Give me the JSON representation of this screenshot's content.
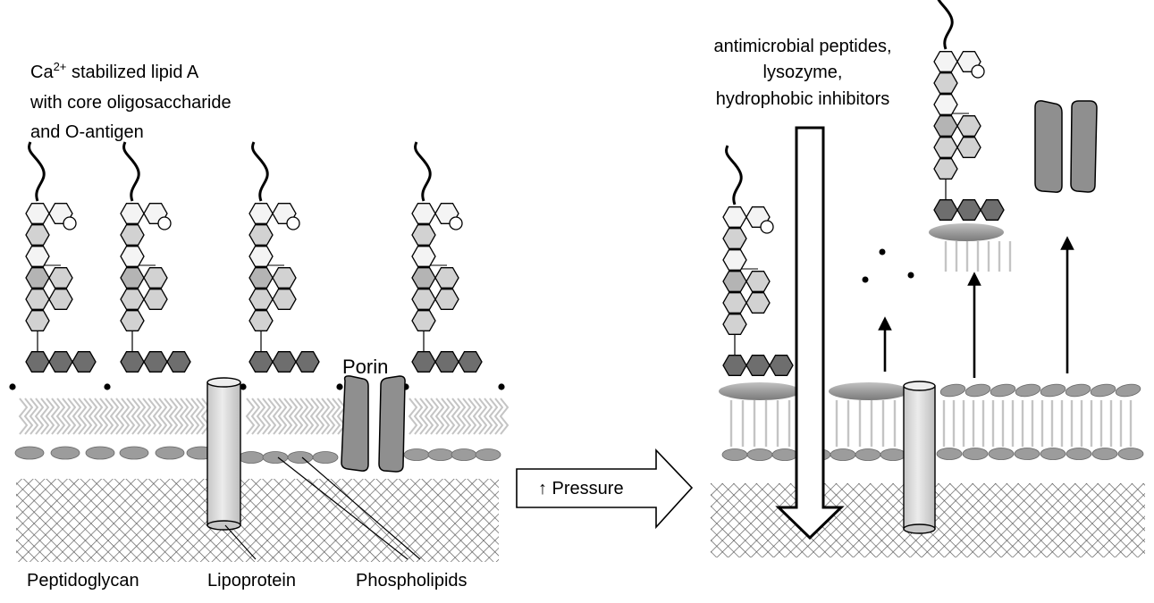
{
  "labels": {
    "lipid_a_line1_prefix": "Ca",
    "lipid_a_line1_sup": "2+",
    "lipid_a_line1_suffix": " stabilized lipid A",
    "lipid_a_line2": "with core oligosaccharide",
    "lipid_a_line3": "and O-antigen",
    "porin": "Porin",
    "peptidoglycan": "Peptidoglycan",
    "lipoprotein": "Lipoprotein",
    "phospholipids": "Phospholipids",
    "pressure": "↑ Pressure",
    "agents_line1": "antimicrobial peptides,",
    "agents_line2": "lysozyme,",
    "agents_line3": "hydrophobic inhibitors"
  },
  "colors": {
    "hex_white": "#f4f4f4",
    "hex_light": "#d2d2d2",
    "hex_mid": "#b4b4b4",
    "hex_dark": "#6e6e6e",
    "lipid_head": "#9a9a9a",
    "phospholipid_head": "#9c9c9c",
    "tail": "#c4c4c4",
    "porin": "#8f8f8f",
    "lipoprotein": "#dedede",
    "mesh": "#555555"
  }
}
